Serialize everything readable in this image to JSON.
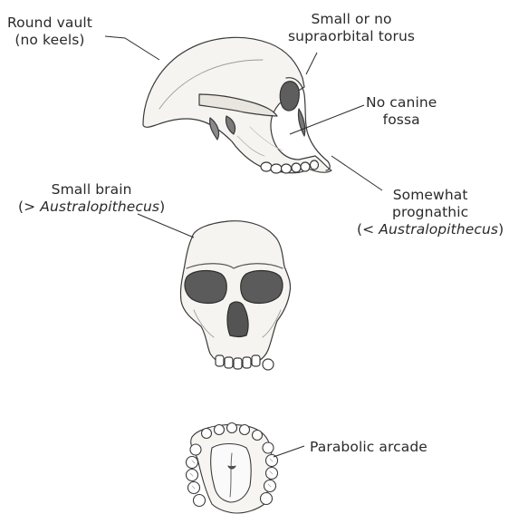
{
  "annotations": {
    "round_vault": {
      "line1": "Round vault",
      "line2": "(no keels)"
    },
    "small_torus": {
      "line1": "Small or no",
      "line2": "supraorbital torus"
    },
    "canine_fossa": {
      "line1": "No canine",
      "line2": "fossa"
    },
    "prognathic": {
      "line1": "Somewhat",
      "line2": "prognathic",
      "line3_prefix": "(< ",
      "line3_italic": "Australopithecus",
      "line3_suffix": ")"
    },
    "small_brain": {
      "line1": "Small brain",
      "line2_prefix": "(> ",
      "line2_italic": "Australopithecus",
      "line2_suffix": ")"
    },
    "arcade": {
      "line1": "Parabolic arcade"
    }
  },
  "colors": {
    "ink": "#2a2a2a",
    "bone": "#f4f2ee",
    "shadow": "#6b6b6b",
    "socket": "#5a5a5a"
  }
}
